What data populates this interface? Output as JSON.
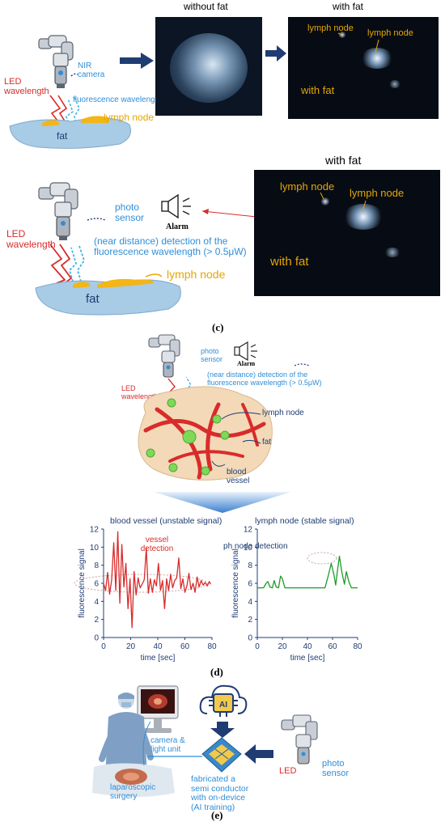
{
  "panel_b": {
    "img_without_label": "without fat",
    "img_with_label": "with fat",
    "led_wavelength": [
      "LED",
      "wavelength"
    ],
    "nir_camera": [
      "NIR",
      "camera"
    ],
    "fluorescence_wavelength": "fluorescence wavelength",
    "lymph_node": "lymph node",
    "fat": "fat",
    "img_lymph_node_1": "lymph node",
    "img_lymph_node_2": "lymph node",
    "img_with_fat_overlay": "with fat"
  },
  "panel_c": {
    "img_with_label": "with fat",
    "led_wavelength": [
      "LED",
      "wavelength"
    ],
    "photo_sensor": [
      "photo",
      "sensor"
    ],
    "alarm": "Alarm",
    "detection_line1": "(near distance) detection of the",
    "detection_line2": "fluorescence wavelength (> 0.5μW)",
    "lymph_node": "lymph node",
    "fat": "fat",
    "img_lymph_node_1": "lymph node",
    "img_lymph_node_2": "lymph node",
    "img_with_fat_overlay": "with fat",
    "caption": "(c)"
  },
  "panel_d": {
    "photo_sensor": [
      "photo",
      "sensor"
    ],
    "alarm": "Alarm",
    "led_wavelength": [
      "LED",
      "wavelength"
    ],
    "detection_line1": "(near distance) detection of the",
    "detection_line2": "fluorescence wavelength (> 0.5μW)",
    "lymph_node": "lymph node",
    "fat": "fat",
    "blood_vessel": [
      "blood",
      "vessel"
    ],
    "caption": "(d)"
  },
  "chart_data": [
    {
      "type": "line",
      "title": "blood vessel (unstable signal)",
      "xlabel": "time [sec]",
      "ylabel": "fluorescence signal",
      "xlim": [
        0,
        80
      ],
      "ylim": [
        0,
        12
      ],
      "xticks": [
        0,
        20,
        40,
        60,
        80
      ],
      "yticks": [
        0,
        2,
        4,
        6,
        8,
        10,
        12
      ],
      "annotation": [
        "vessel",
        "detection"
      ],
      "color": "#d92b2b",
      "series": [
        {
          "x": [
            0,
            1.5,
            3,
            4.5,
            6,
            7.5,
            9,
            10.5,
            12,
            13.5,
            15,
            16.5,
            18,
            19.5,
            21,
            22.5,
            24,
            25.5,
            27,
            28.5,
            30,
            31.5,
            33,
            34.5,
            36,
            37.5,
            39,
            40.5,
            42,
            43.5,
            45,
            46.5,
            48,
            49.5,
            51,
            52.5,
            54,
            55.5,
            57,
            58.5,
            60,
            61.5,
            63,
            64.5,
            66,
            67.5,
            69,
            70.5,
            72,
            73.5,
            75,
            76.5,
            78,
            79
          ],
          "y": [
            6,
            5.2,
            7.2,
            4.8,
            6.4,
            10.5,
            5.2,
            11.7,
            3.8,
            10.3,
            5.6,
            8.2,
            3.2,
            6.5,
            1.1,
            7.3,
            4.7,
            6.6,
            5.5,
            5.9,
            6.4,
            9.9,
            4.9,
            6.5,
            5.0,
            6.4,
            5.7,
            8.2,
            5.2,
            6.3,
            3.2,
            6.5,
            5.2,
            7.0,
            5.5,
            6.3,
            6.6,
            8.8,
            5.4,
            6.5,
            5.0,
            5.7,
            7.1,
            5.3,
            6.0,
            5.0,
            6.7,
            5.6,
            6.3,
            5.8,
            6.1,
            5.7,
            6.2,
            5.9
          ]
        }
      ]
    },
    {
      "type": "line",
      "title": "lymph node (stable signal)",
      "xlabel": "time [sec]",
      "ylabel": "fluorescence signal",
      "xlim": [
        0,
        80
      ],
      "ylim": [
        0,
        12
      ],
      "xticks": [
        0,
        20,
        40,
        60,
        80
      ],
      "yticks": [
        0,
        2,
        4,
        6,
        8,
        10,
        12
      ],
      "annotation": [
        "lymph node detection"
      ],
      "color": "#1e9b2d",
      "series": [
        {
          "x": [
            0,
            5,
            7,
            8.5,
            10,
            12,
            13.5,
            15,
            17,
            18.5,
            20,
            22,
            54,
            56.5,
            59,
            61,
            62.5,
            64,
            65.5,
            67.5,
            69.5,
            71,
            73,
            75,
            80
          ],
          "y": [
            5.5,
            5.5,
            6.0,
            6.2,
            5.6,
            5.5,
            6.3,
            5.6,
            5.5,
            6.8,
            6.5,
            5.5,
            5.5,
            6.8,
            8.2,
            7.0,
            5.8,
            7.5,
            9.0,
            7.2,
            5.9,
            7.3,
            6.2,
            5.5,
            5.5
          ]
        }
      ]
    }
  ],
  "panel_e": {
    "camera_light_unit": [
      "camera &",
      "light unit"
    ],
    "laparoscopic_surgery": [
      "laparoscopic",
      "surgery"
    ],
    "fabricated": [
      "fabricated a",
      "semi conductor",
      "with on-device",
      "(AI training)"
    ],
    "ai_chip_label": "AI",
    "led": "LED",
    "photo_sensor": [
      "photo",
      "sensor"
    ],
    "caption": "(e)"
  }
}
